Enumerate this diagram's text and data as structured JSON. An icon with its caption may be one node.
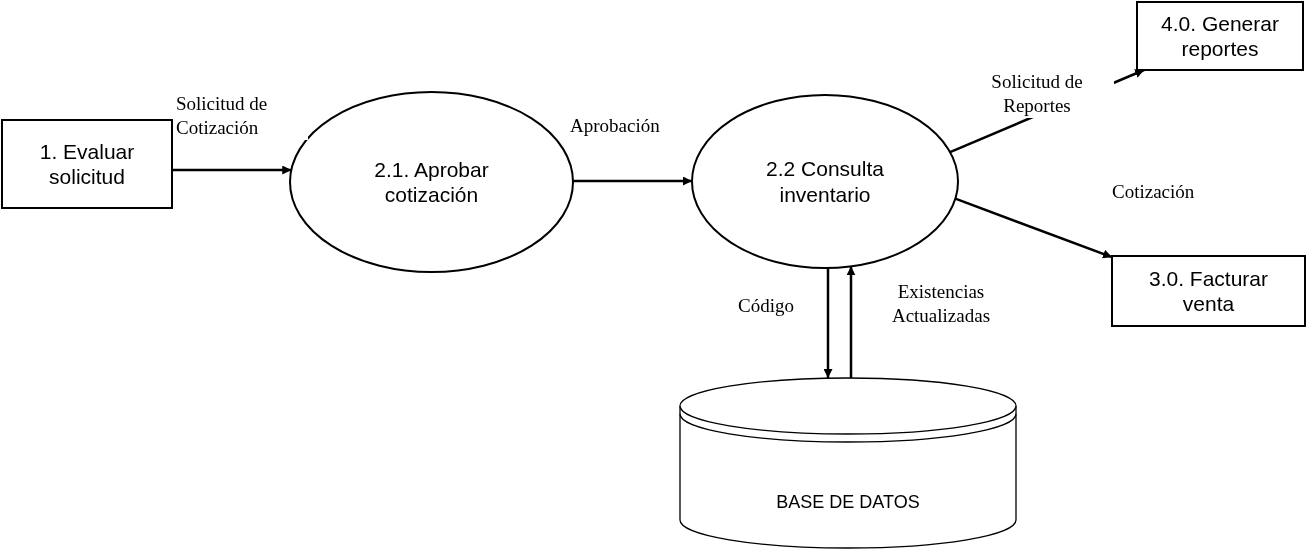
{
  "diagram": {
    "nodes": [
      {
        "text": [
          "1. Evaluar solicitud"
        ]
      },
      {
        "text": [
          "2.1. Aprobar cotización"
        ]
      },
      {
        "text": [
          "2.2 Consulta inventario"
        ]
      },
      {
        "text": [
          "4.0. Generar reportes"
        ]
      },
      {
        "text": [
          "3.0. Facturar venta"
        ]
      },
      {
        "text": [
          "BASE DE DATOS"
        ]
      }
    ],
    "edges": [
      {
        "from": 0,
        "to": 1,
        "arrow": "to",
        "label": "Solicitud de Cotización"
      },
      {
        "from": 1,
        "to": 2,
        "arrow": "to",
        "label": "Aprobación"
      },
      {
        "from": 2,
        "to": 3,
        "arrow": "to",
        "label": "Solicitud de Reportes"
      },
      {
        "from": 2,
        "to": 4,
        "arrow": "to",
        "label": "Cotización"
      },
      {
        "from": 2,
        "to": 5,
        "arrow": "to",
        "label": "Código"
      },
      {
        "from": 5,
        "to": 2,
        "arrow": "to",
        "label": "Existencias Actualizadas"
      }
    ]
  }
}
